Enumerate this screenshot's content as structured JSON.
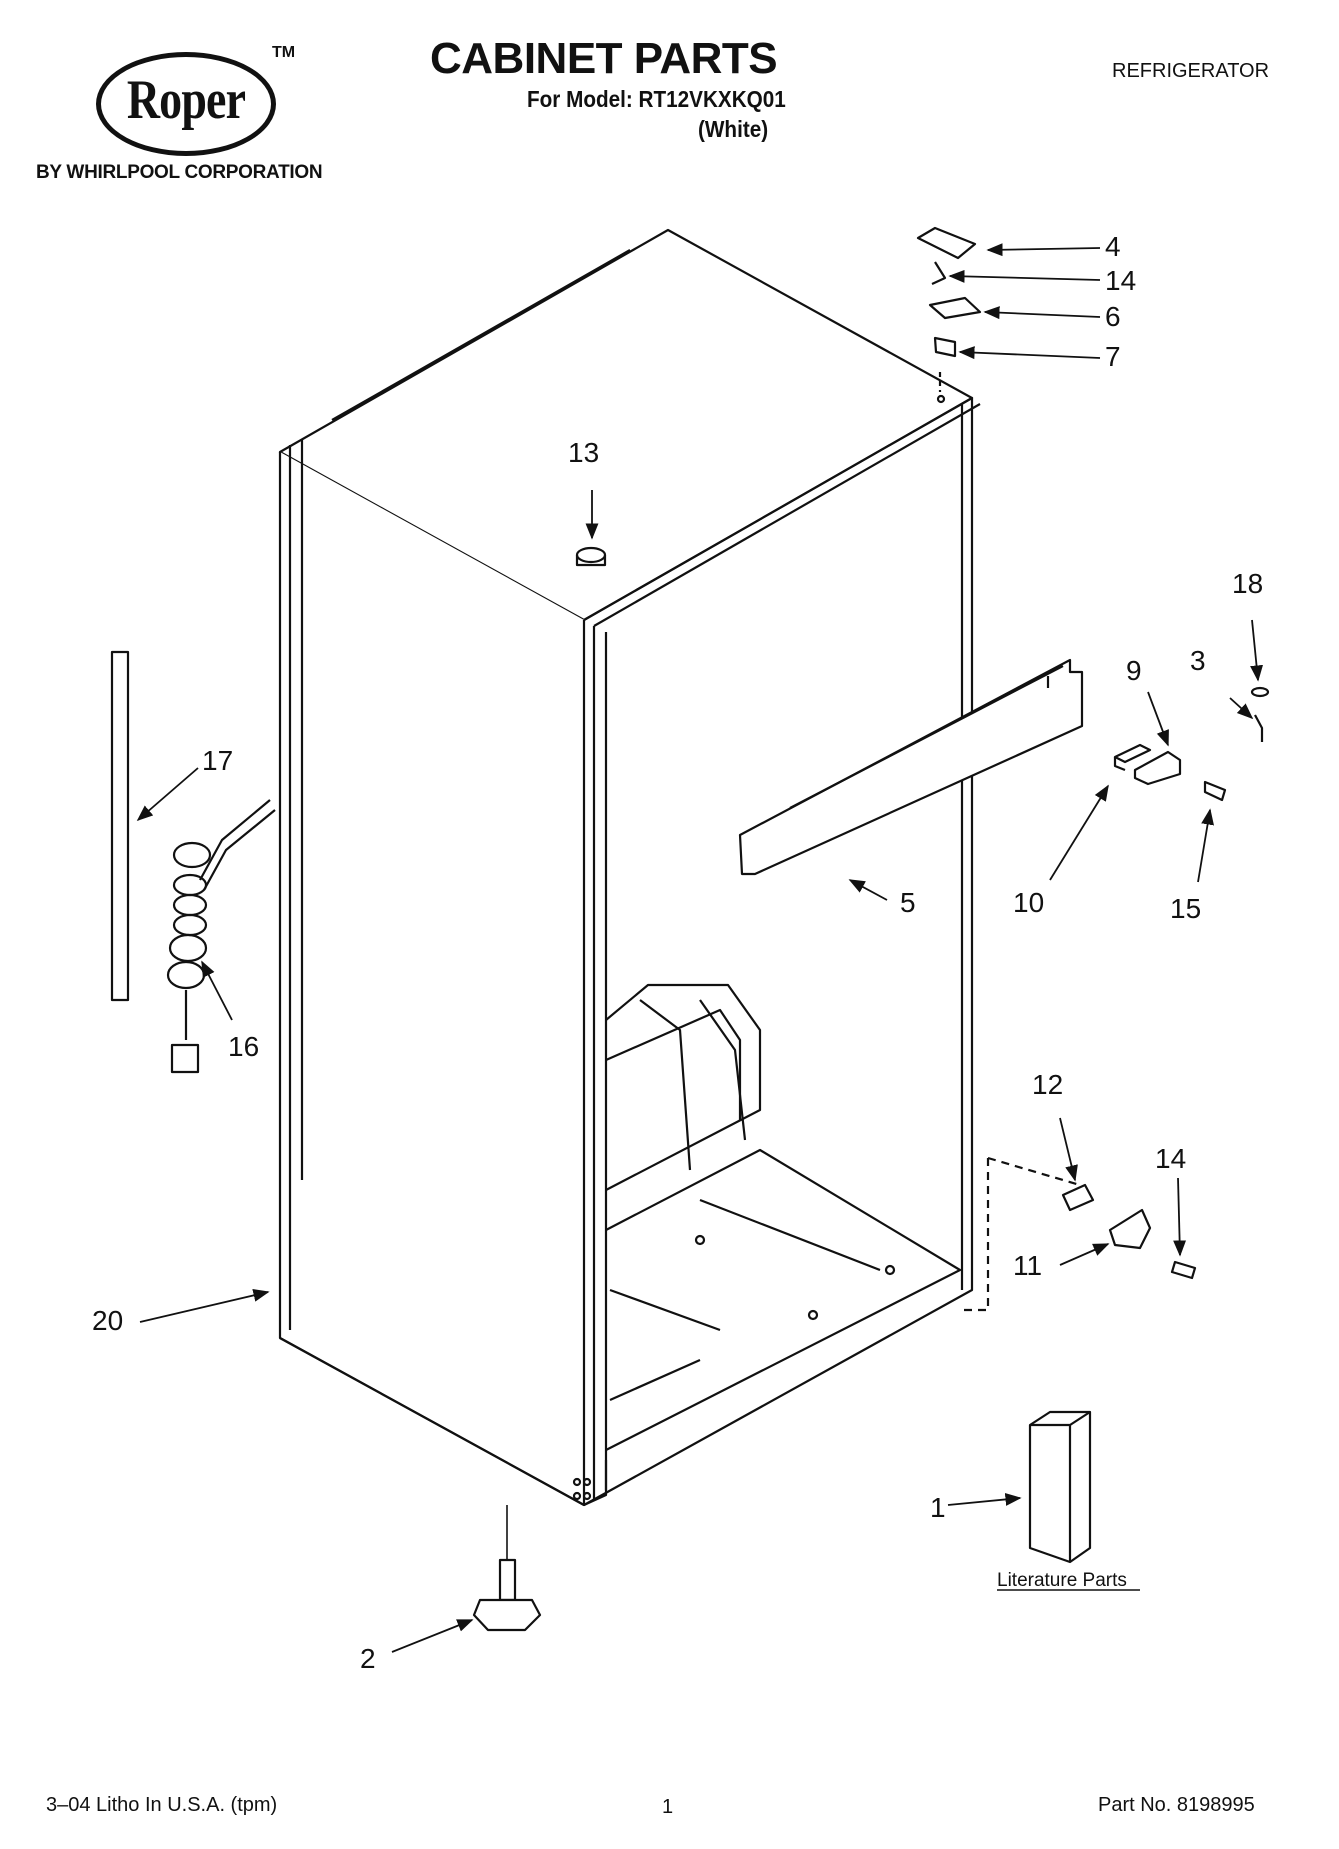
{
  "header": {
    "logo_text": "Roper",
    "trademark": "TM",
    "byline": "BY WHIRLPOOL CORPORATION",
    "title": "CABINET PARTS",
    "model_line": "For Model: RT12VKXKQ01",
    "color_line": "(White)",
    "appliance": "REFRIGERATOR"
  },
  "callouts": {
    "c1": "1",
    "c2": "2",
    "c3": "3",
    "c4": "4",
    "c5": "5",
    "c6": "6",
    "c7": "7",
    "c9": "9",
    "c10": "10",
    "c11": "11",
    "c12": "12",
    "c13": "13",
    "c14a": "14",
    "c14b": "14",
    "c15": "15",
    "c16": "16",
    "c17": "17",
    "c18": "18",
    "c20": "20"
  },
  "literature_label": "Literature Parts",
  "footer": {
    "litho": "3–04 Litho In U.S.A. (tpm)",
    "page": "1",
    "part_no": "Part No. 8198995"
  }
}
